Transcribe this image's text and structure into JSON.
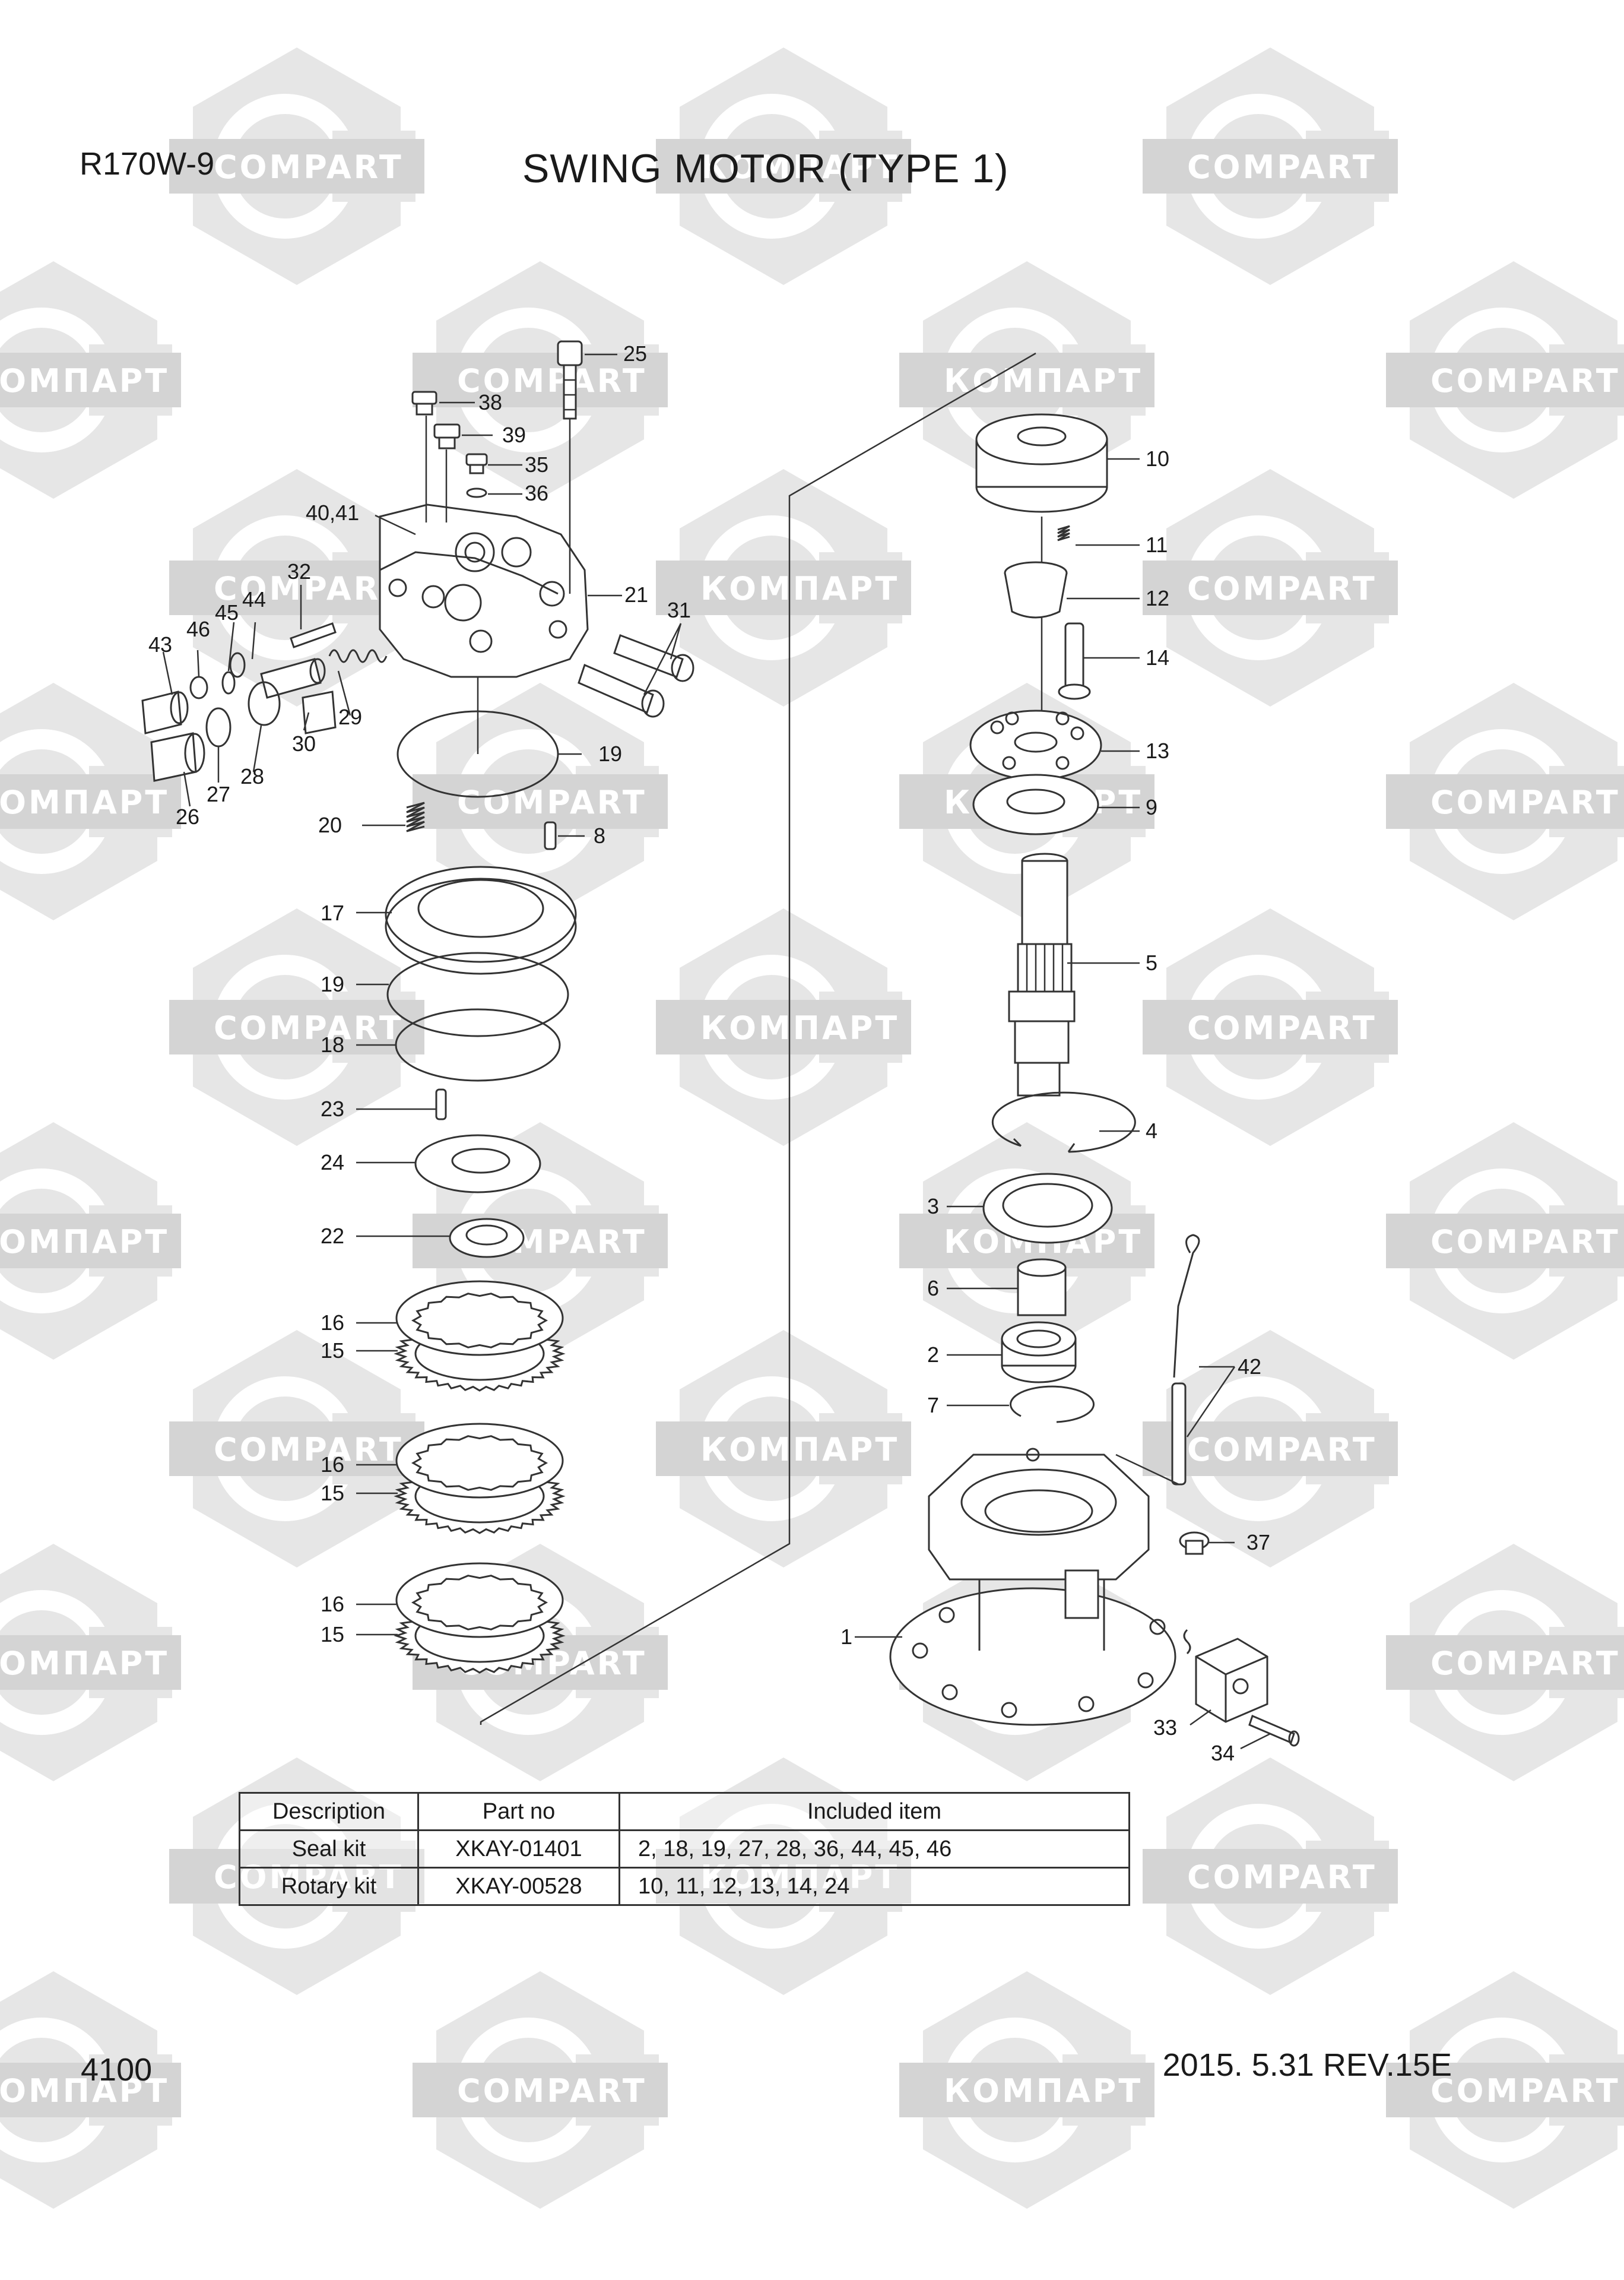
{
  "header": {
    "model": "R170W-9",
    "title": "SWING MOTOR (TYPE 1)"
  },
  "footer": {
    "page_number": "4100",
    "revision": "2015. 5.31  REV.15E"
  },
  "watermark": {
    "text_latin": "COMPART",
    "text_cyrillic": "КОМПАРТ"
  },
  "part_labels": {
    "p1": "1",
    "p2": "2",
    "p3": "3",
    "p4": "4",
    "p5": "5",
    "p6": "6",
    "p7": "7",
    "p8": "8",
    "p9": "9",
    "p10": "10",
    "p11": "11",
    "p12": "12",
    "p13": "13",
    "p14": "14",
    "p15a": "15",
    "p15b": "15",
    "p15c": "15",
    "p16a": "16",
    "p16b": "16",
    "p16c": "16",
    "p17": "17",
    "p18": "18",
    "p19a": "19",
    "p19b": "19",
    "p20": "20",
    "p21": "21",
    "p22": "22",
    "p23": "23",
    "p24": "24",
    "p25": "25",
    "p26": "26",
    "p27": "27",
    "p28": "28",
    "p29": "29",
    "p30": "30",
    "p31": "31",
    "p32": "32",
    "p33": "33",
    "p34": "34",
    "p35": "35",
    "p36": "36",
    "p37": "37",
    "p38": "38",
    "p39": "39",
    "p4041": "40,41",
    "p42": "42",
    "p43": "43",
    "p44": "44",
    "p45": "45",
    "p46": "46"
  },
  "kit_table": {
    "headers": [
      "Description",
      "Part no",
      "Included item"
    ],
    "rows": [
      [
        "Seal kit",
        "XKAY-01401",
        "2, 18, 19, 27, 28, 36, 44, 45, 46"
      ],
      [
        "Rotary kit",
        "XKAY-00528",
        "10, 11, 12, 13, 14, 24"
      ]
    ]
  }
}
